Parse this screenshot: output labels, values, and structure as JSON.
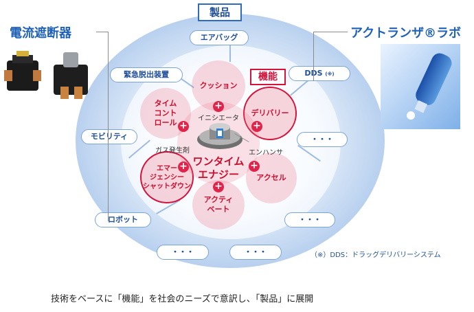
{
  "title": "製品",
  "function_label": "機能",
  "center": {
    "line1": "ワンタイム",
    "line2": "エナジー"
  },
  "bubbles": {
    "cushion": "クッション",
    "delivery": "デリバリー",
    "accel": "アクセル",
    "activate": {
      "l1": "アクティ",
      "l2": "ベート"
    },
    "emergency": {
      "l1": "エマー",
      "l2": "ジェンシー",
      "l3": "シャットダウン"
    },
    "timecontrol": {
      "l1": "タイム",
      "l2": "コント",
      "l3": "ロール"
    }
  },
  "parts": {
    "initiator": "イニシエータ",
    "gas": "ガス発生剤",
    "enhancer": "エンハンサ"
  },
  "products": {
    "airbag": "エアバッグ",
    "emergency_device": "緊急脱出装置",
    "dds": "DDS",
    "dds_mark": "(※)",
    "mobility": "モビリティ",
    "robot": "ロボット",
    "more": "・・・"
  },
  "left_label": "電流遮断器",
  "right_label": "アクトランザ®ラボ",
  "note": "（※）DDS：ドラッグデリバリーシステム",
  "caption": "技術をベースに「機能」を社会のニーズで意訳し、「製品」に展開"
}
